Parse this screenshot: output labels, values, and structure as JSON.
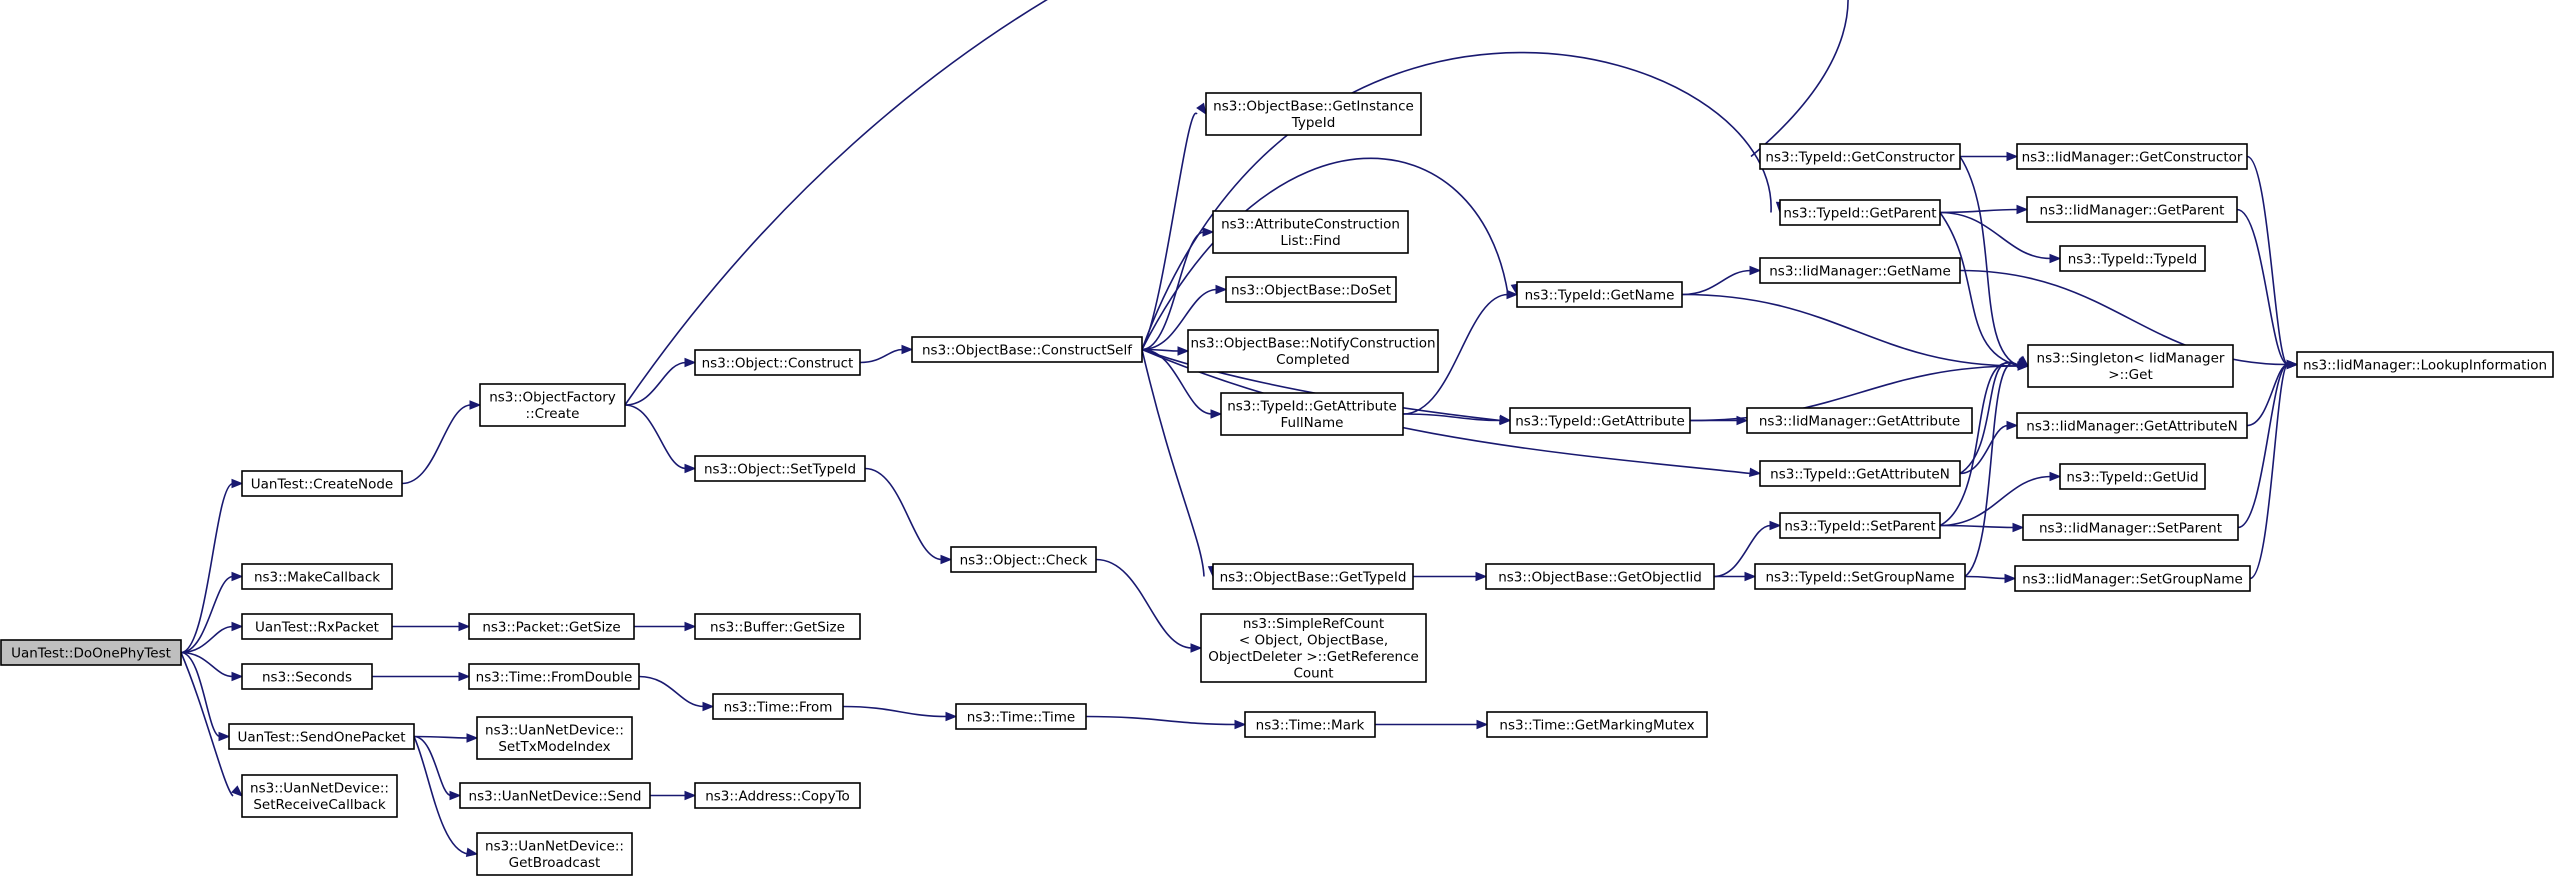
{
  "nodes": {
    "n_root": {
      "lines": [
        "UanTest::DoOnePhyTest"
      ],
      "root": true
    },
    "n_createnode": {
      "lines": [
        "UanTest::CreateNode"
      ]
    },
    "n_makecb": {
      "lines": [
        "ns3::MakeCallback"
      ]
    },
    "n_rxpacket": {
      "lines": [
        "UanTest::RxPacket"
      ]
    },
    "n_seconds": {
      "lines": [
        "ns3::Seconds"
      ]
    },
    "n_sendone": {
      "lines": [
        "UanTest::SendOnePacket"
      ]
    },
    "n_setrecvcb": {
      "lines": [
        "ns3::UanNetDevice::",
        "SetReceiveCallback"
      ]
    },
    "n_ofcreate": {
      "lines": [
        "ns3::ObjectFactory",
        "::Create"
      ]
    },
    "n_pktgetsize": {
      "lines": [
        "ns3::Packet::GetSize"
      ]
    },
    "n_fromdouble": {
      "lines": [
        "ns3::Time::FromDouble"
      ]
    },
    "n_settxmode": {
      "lines": [
        "ns3::UanNetDevice::",
        "SetTxModeIndex"
      ]
    },
    "n_send": {
      "lines": [
        "ns3::UanNetDevice::Send"
      ]
    },
    "n_getbcast": {
      "lines": [
        "ns3::UanNetDevice::",
        "GetBroadcast"
      ]
    },
    "n_construct": {
      "lines": [
        "ns3::Object::Construct"
      ]
    },
    "n_settypeid": {
      "lines": [
        "ns3::Object::SetTypeId"
      ]
    },
    "n_bufgetsize": {
      "lines": [
        "ns3::Buffer::GetSize"
      ]
    },
    "n_timefrom": {
      "lines": [
        "ns3::Time::From"
      ]
    },
    "n_copyto": {
      "lines": [
        "ns3::Address::CopyTo"
      ]
    },
    "n_constself": {
      "lines": [
        "ns3::ObjectBase::ConstructSelf"
      ]
    },
    "n_check": {
      "lines": [
        "ns3::Object::Check"
      ]
    },
    "n_timetime": {
      "lines": [
        "ns3::Time::Time"
      ]
    },
    "n_getinst": {
      "lines": [
        "ns3::ObjectBase::GetInstance",
        "TypeId"
      ]
    },
    "n_acfind": {
      "lines": [
        "ns3::AttributeConstruction",
        "List::Find"
      ]
    },
    "n_doset": {
      "lines": [
        "ns3::ObjectBase::DoSet"
      ]
    },
    "n_notify": {
      "lines": [
        "ns3::ObjectBase::NotifyConstruction",
        "Completed"
      ]
    },
    "n_getattrfull": {
      "lines": [
        "ns3::TypeId::GetAttribute",
        "FullName"
      ]
    },
    "n_obgettypeid": {
      "lines": [
        "ns3::ObjectBase::GetTypeId"
      ]
    },
    "n_simpleref": {
      "lines": [
        "ns3::SimpleRefCount",
        "< Object, ObjectBase,",
        "ObjectDeleter >::GetReference",
        "Count"
      ]
    },
    "n_mark": {
      "lines": [
        "ns3::Time::Mark"
      ]
    },
    "n_getname": {
      "lines": [
        "ns3::TypeId::GetName"
      ]
    },
    "n_getattr": {
      "lines": [
        "ns3::TypeId::GetAttribute"
      ]
    },
    "n_getobjtid": {
      "lines": [
        "ns3::ObjectBase::GetObjectIid"
      ]
    },
    "n_markmutex": {
      "lines": [
        "ns3::Time::GetMarkingMutex"
      ]
    },
    "n_getctor": {
      "lines": [
        "ns3::TypeId::GetConstructor"
      ]
    },
    "n_getparent": {
      "lines": [
        "ns3::TypeId::GetParent"
      ]
    },
    "n_iidgetname": {
      "lines": [
        "ns3::IidManager::GetName"
      ]
    },
    "n_iidgetattr": {
      "lines": [
        "ns3::IidManager::GetAttribute"
      ]
    },
    "n_getattrn": {
      "lines": [
        "ns3::TypeId::GetAttributeN"
      ]
    },
    "n_setparent": {
      "lines": [
        "ns3::TypeId::SetParent"
      ]
    },
    "n_setgroup": {
      "lines": [
        "ns3::TypeId::SetGroupName"
      ]
    },
    "n_iidgetctor": {
      "lines": [
        "ns3::IidManager::GetConstructor"
      ]
    },
    "n_iidgetparent": {
      "lines": [
        "ns3::IidManager::GetParent"
      ]
    },
    "n_typeidctor": {
      "lines": [
        "ns3::TypeId::TypeId"
      ]
    },
    "n_singleton": {
      "lines": [
        "ns3::Singleton< IidManager",
        ">::Get"
      ]
    },
    "n_iidgetattrn": {
      "lines": [
        "ns3::IidManager::GetAttributeN"
      ]
    },
    "n_getuid": {
      "lines": [
        "ns3::TypeId::GetUid"
      ]
    },
    "n_iidsetparent": {
      "lines": [
        "ns3::IidManager::SetParent"
      ]
    },
    "n_iidsetgroup": {
      "lines": [
        "ns3::IidManager::SetGroupName"
      ]
    },
    "n_lookup": {
      "lines": [
        "ns3::IidManager::LookupInformation"
      ]
    }
  },
  "edges": [
    [
      "n_root",
      "n_createnode"
    ],
    [
      "n_root",
      "n_makecb"
    ],
    [
      "n_root",
      "n_rxpacket"
    ],
    [
      "n_root",
      "n_seconds"
    ],
    [
      "n_root",
      "n_sendone"
    ],
    [
      "n_root",
      "n_setrecvcb"
    ],
    [
      "n_createnode",
      "n_ofcreate"
    ],
    [
      "n_ofcreate",
      "n_construct"
    ],
    [
      "n_ofcreate",
      "n_settypeid"
    ],
    [
      "n_ofcreate",
      "n_getctor"
    ],
    [
      "n_construct",
      "n_constself"
    ],
    [
      "n_constself",
      "n_getinst"
    ],
    [
      "n_constself",
      "n_acfind"
    ],
    [
      "n_constself",
      "n_doset"
    ],
    [
      "n_constself",
      "n_notify"
    ],
    [
      "n_constself",
      "n_getattrfull"
    ],
    [
      "n_constself",
      "n_obgettypeid"
    ],
    [
      "n_constself",
      "n_getname"
    ],
    [
      "n_constself",
      "n_getparent"
    ],
    [
      "n_constself",
      "n_getattr"
    ],
    [
      "n_constself",
      "n_getattrn"
    ],
    [
      "n_settypeid",
      "n_check"
    ],
    [
      "n_check",
      "n_simpleref"
    ],
    [
      "n_rxpacket",
      "n_pktgetsize"
    ],
    [
      "n_pktgetsize",
      "n_bufgetsize"
    ],
    [
      "n_seconds",
      "n_fromdouble"
    ],
    [
      "n_fromdouble",
      "n_timefrom"
    ],
    [
      "n_timefrom",
      "n_timetime"
    ],
    [
      "n_timetime",
      "n_mark"
    ],
    [
      "n_mark",
      "n_markmutex"
    ],
    [
      "n_sendone",
      "n_settxmode"
    ],
    [
      "n_sendone",
      "n_send"
    ],
    [
      "n_sendone",
      "n_getbcast"
    ],
    [
      "n_send",
      "n_copyto"
    ],
    [
      "n_getattrfull",
      "n_getname"
    ],
    [
      "n_getattrfull",
      "n_getattr"
    ],
    [
      "n_obgettypeid",
      "n_getobjtid"
    ],
    [
      "n_getobjtid",
      "n_setparent"
    ],
    [
      "n_getobjtid",
      "n_setgroup"
    ],
    [
      "n_getname",
      "n_iidgetname"
    ],
    [
      "n_getname",
      "n_singleton"
    ],
    [
      "n_getattr",
      "n_iidgetattr"
    ],
    [
      "n_getattr",
      "n_singleton"
    ],
    [
      "n_getctor",
      "n_iidgetctor"
    ],
    [
      "n_getctor",
      "n_singleton"
    ],
    [
      "n_getparent",
      "n_iidgetparent"
    ],
    [
      "n_getparent",
      "n_typeidctor"
    ],
    [
      "n_getparent",
      "n_singleton"
    ],
    [
      "n_getattrn",
      "n_singleton"
    ],
    [
      "n_getattrn",
      "n_iidgetattrn"
    ],
    [
      "n_setparent",
      "n_getuid"
    ],
    [
      "n_setparent",
      "n_iidsetparent"
    ],
    [
      "n_setparent",
      "n_singleton"
    ],
    [
      "n_setgroup",
      "n_iidsetgroup"
    ],
    [
      "n_setgroup",
      "n_singleton"
    ],
    [
      "n_iidgetctor",
      "n_lookup"
    ],
    [
      "n_iidgetparent",
      "n_lookup"
    ],
    [
      "n_iidgetname",
      "n_lookup"
    ],
    [
      "n_iidgetattrn",
      "n_lookup"
    ],
    [
      "n_iidsetparent",
      "n_lookup"
    ],
    [
      "n_iidsetgroup",
      "n_lookup"
    ]
  ],
  "colors": {
    "edge": "#191970",
    "root_fill": "#bfbfbf",
    "node_fill": "#ffffff",
    "node_stroke": "#000000"
  }
}
